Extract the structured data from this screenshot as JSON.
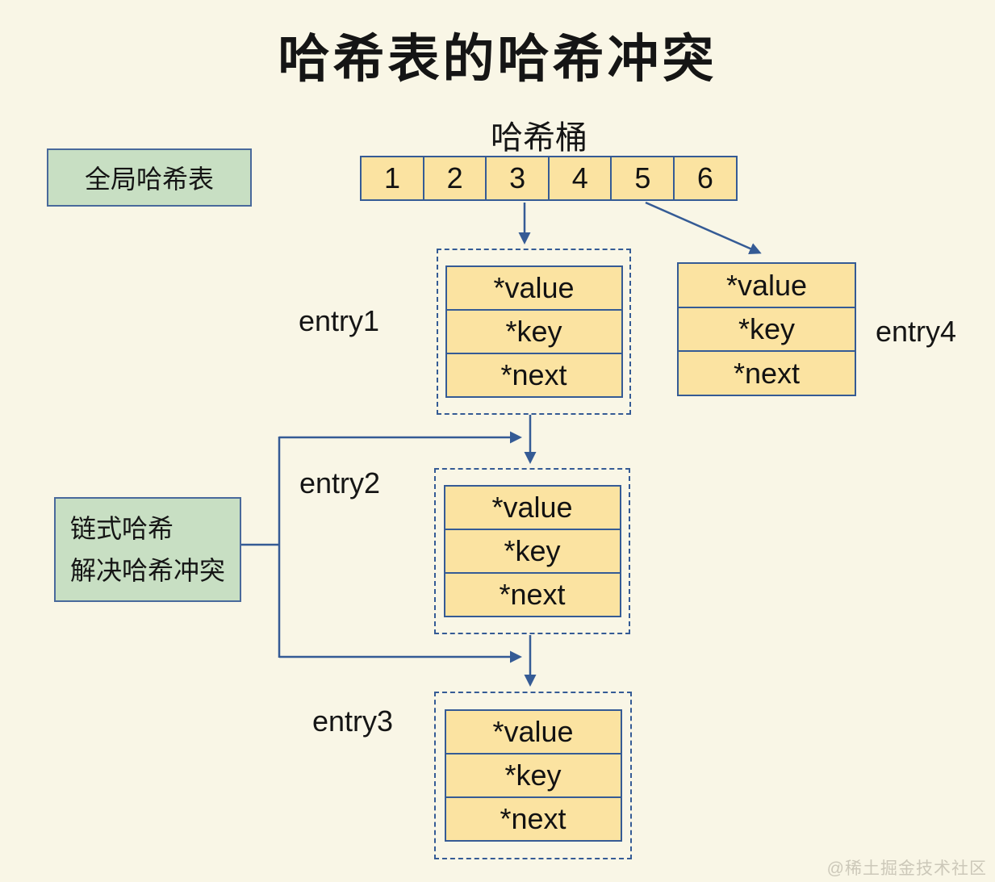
{
  "title": "哈希表的哈希冲突",
  "bucket": {
    "label": "哈希桶",
    "cells": [
      "1",
      "2",
      "3",
      "4",
      "5",
      "6"
    ]
  },
  "boxes": {
    "global": "全局哈希表",
    "chained_line1": "链式哈希",
    "chained_line2": "解决哈希冲突"
  },
  "entries": [
    {
      "name": "entry1",
      "fields": [
        "*value",
        "*key",
        "*next"
      ]
    },
    {
      "name": "entry2",
      "fields": [
        "*value",
        "*key",
        "*next"
      ]
    },
    {
      "name": "entry3",
      "fields": [
        "*value",
        "*key",
        "*next"
      ]
    },
    {
      "name": "entry4",
      "fields": [
        "*value",
        "*key",
        "*next"
      ]
    }
  ],
  "watermark": "@稀土掘金技术社区",
  "colors": {
    "background": "#F9F6E6",
    "cell_fill": "#FBE3A1",
    "stroke_blue": "#355B95",
    "green_fill": "#C8DFC3",
    "green_border": "#49699B",
    "watermark": "#CCC8B9"
  }
}
